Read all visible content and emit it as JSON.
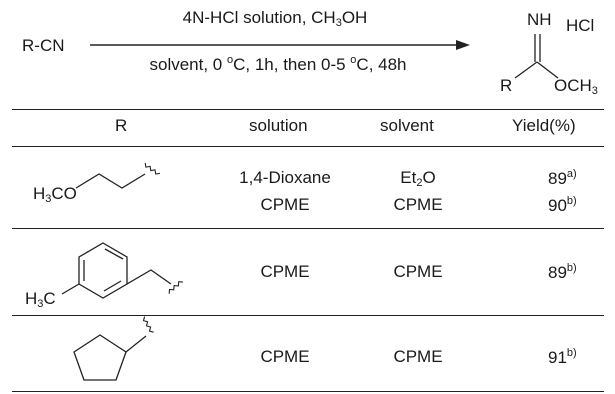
{
  "reaction": {
    "reactant": "R-CN",
    "conditions_above_pre": "4N-HCl solution, CH",
    "conditions_above_sub": "3",
    "conditions_above_post": "OH",
    "conditions_below_pre": "solvent, 0 ",
    "conditions_below_deg1": "o",
    "conditions_below_mid": "C, 1h, then 0-5 ",
    "conditions_below_deg2": "o",
    "conditions_below_post": "C, 48h",
    "product": {
      "nh": "NH",
      "hcl": "HCl",
      "r": "R",
      "och": "OCH",
      "och_sub": "3"
    }
  },
  "table": {
    "headers": {
      "r": "R",
      "solution": "solution",
      "solvent": "solvent",
      "yield": "Yield(%)"
    },
    "rows": [
      {
        "r_label_main": "H",
        "r_label_sub": "3",
        "r_label_tail": "CO",
        "lines": [
          {
            "solution": "1,4-Dioxane",
            "solvent_main": "Et",
            "solvent_sub": "2",
            "solvent_tail": "O",
            "yield": "89",
            "note": "a)"
          },
          {
            "solution": "CPME",
            "solvent_main": "CPME",
            "solvent_sub": "",
            "solvent_tail": "",
            "yield": "90",
            "note": "b)"
          }
        ]
      },
      {
        "r_label_main": "H",
        "r_label_sub": "3",
        "r_label_tail": "C",
        "lines": [
          {
            "solution": "CPME",
            "solvent_main": "CPME",
            "solvent_sub": "",
            "solvent_tail": "",
            "yield": "89",
            "note": "b)"
          }
        ]
      },
      {
        "r_label_main": "",
        "r_label_sub": "",
        "r_label_tail": "",
        "lines": [
          {
            "solution": "CPME",
            "solvent_main": "CPME",
            "solvent_sub": "",
            "solvent_tail": "",
            "yield": "91",
            "note": "b)"
          }
        ]
      }
    ]
  }
}
